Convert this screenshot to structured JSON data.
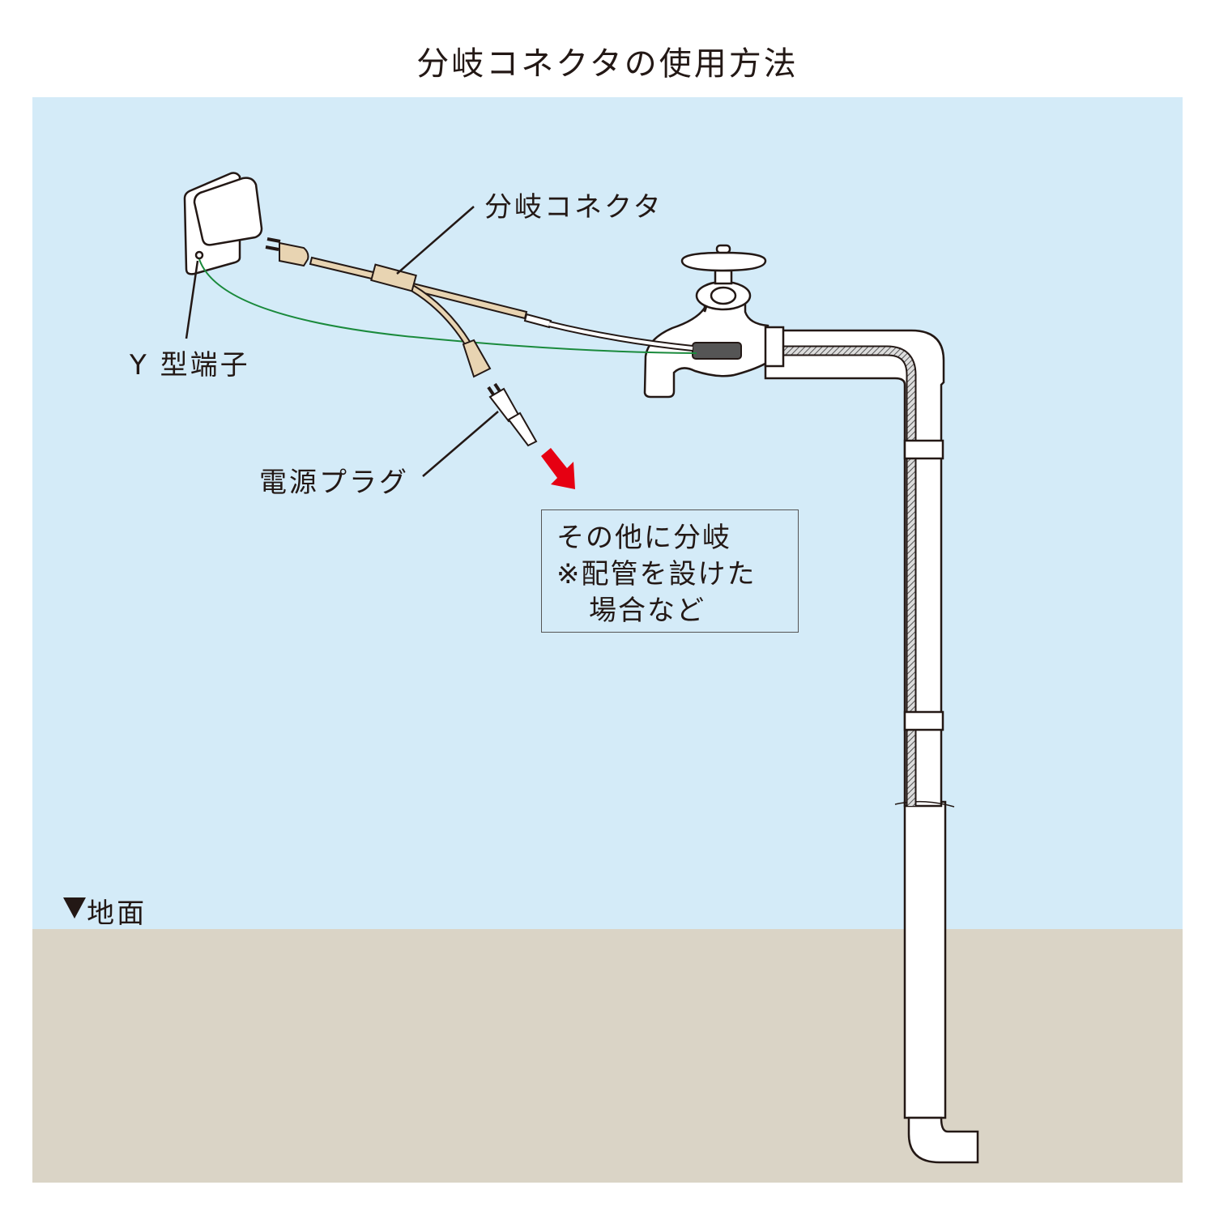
{
  "title": "分岐コネクタの使用方法",
  "labels": {
    "branch_connector": "分岐コネクタ",
    "y_terminal": "Y 型端子",
    "power_plug": "電源プラグ",
    "ground": "▼地面"
  },
  "note": {
    "line1": "その他に分岐",
    "line2": "※配管を設けた",
    "line3": "場合など"
  },
  "colors": {
    "sky": "#d4ebf8",
    "ground": "#dad4c6",
    "cord": "#e8d4b2",
    "ground_wire": "#1a8a3c",
    "arrow": "#e60012"
  }
}
